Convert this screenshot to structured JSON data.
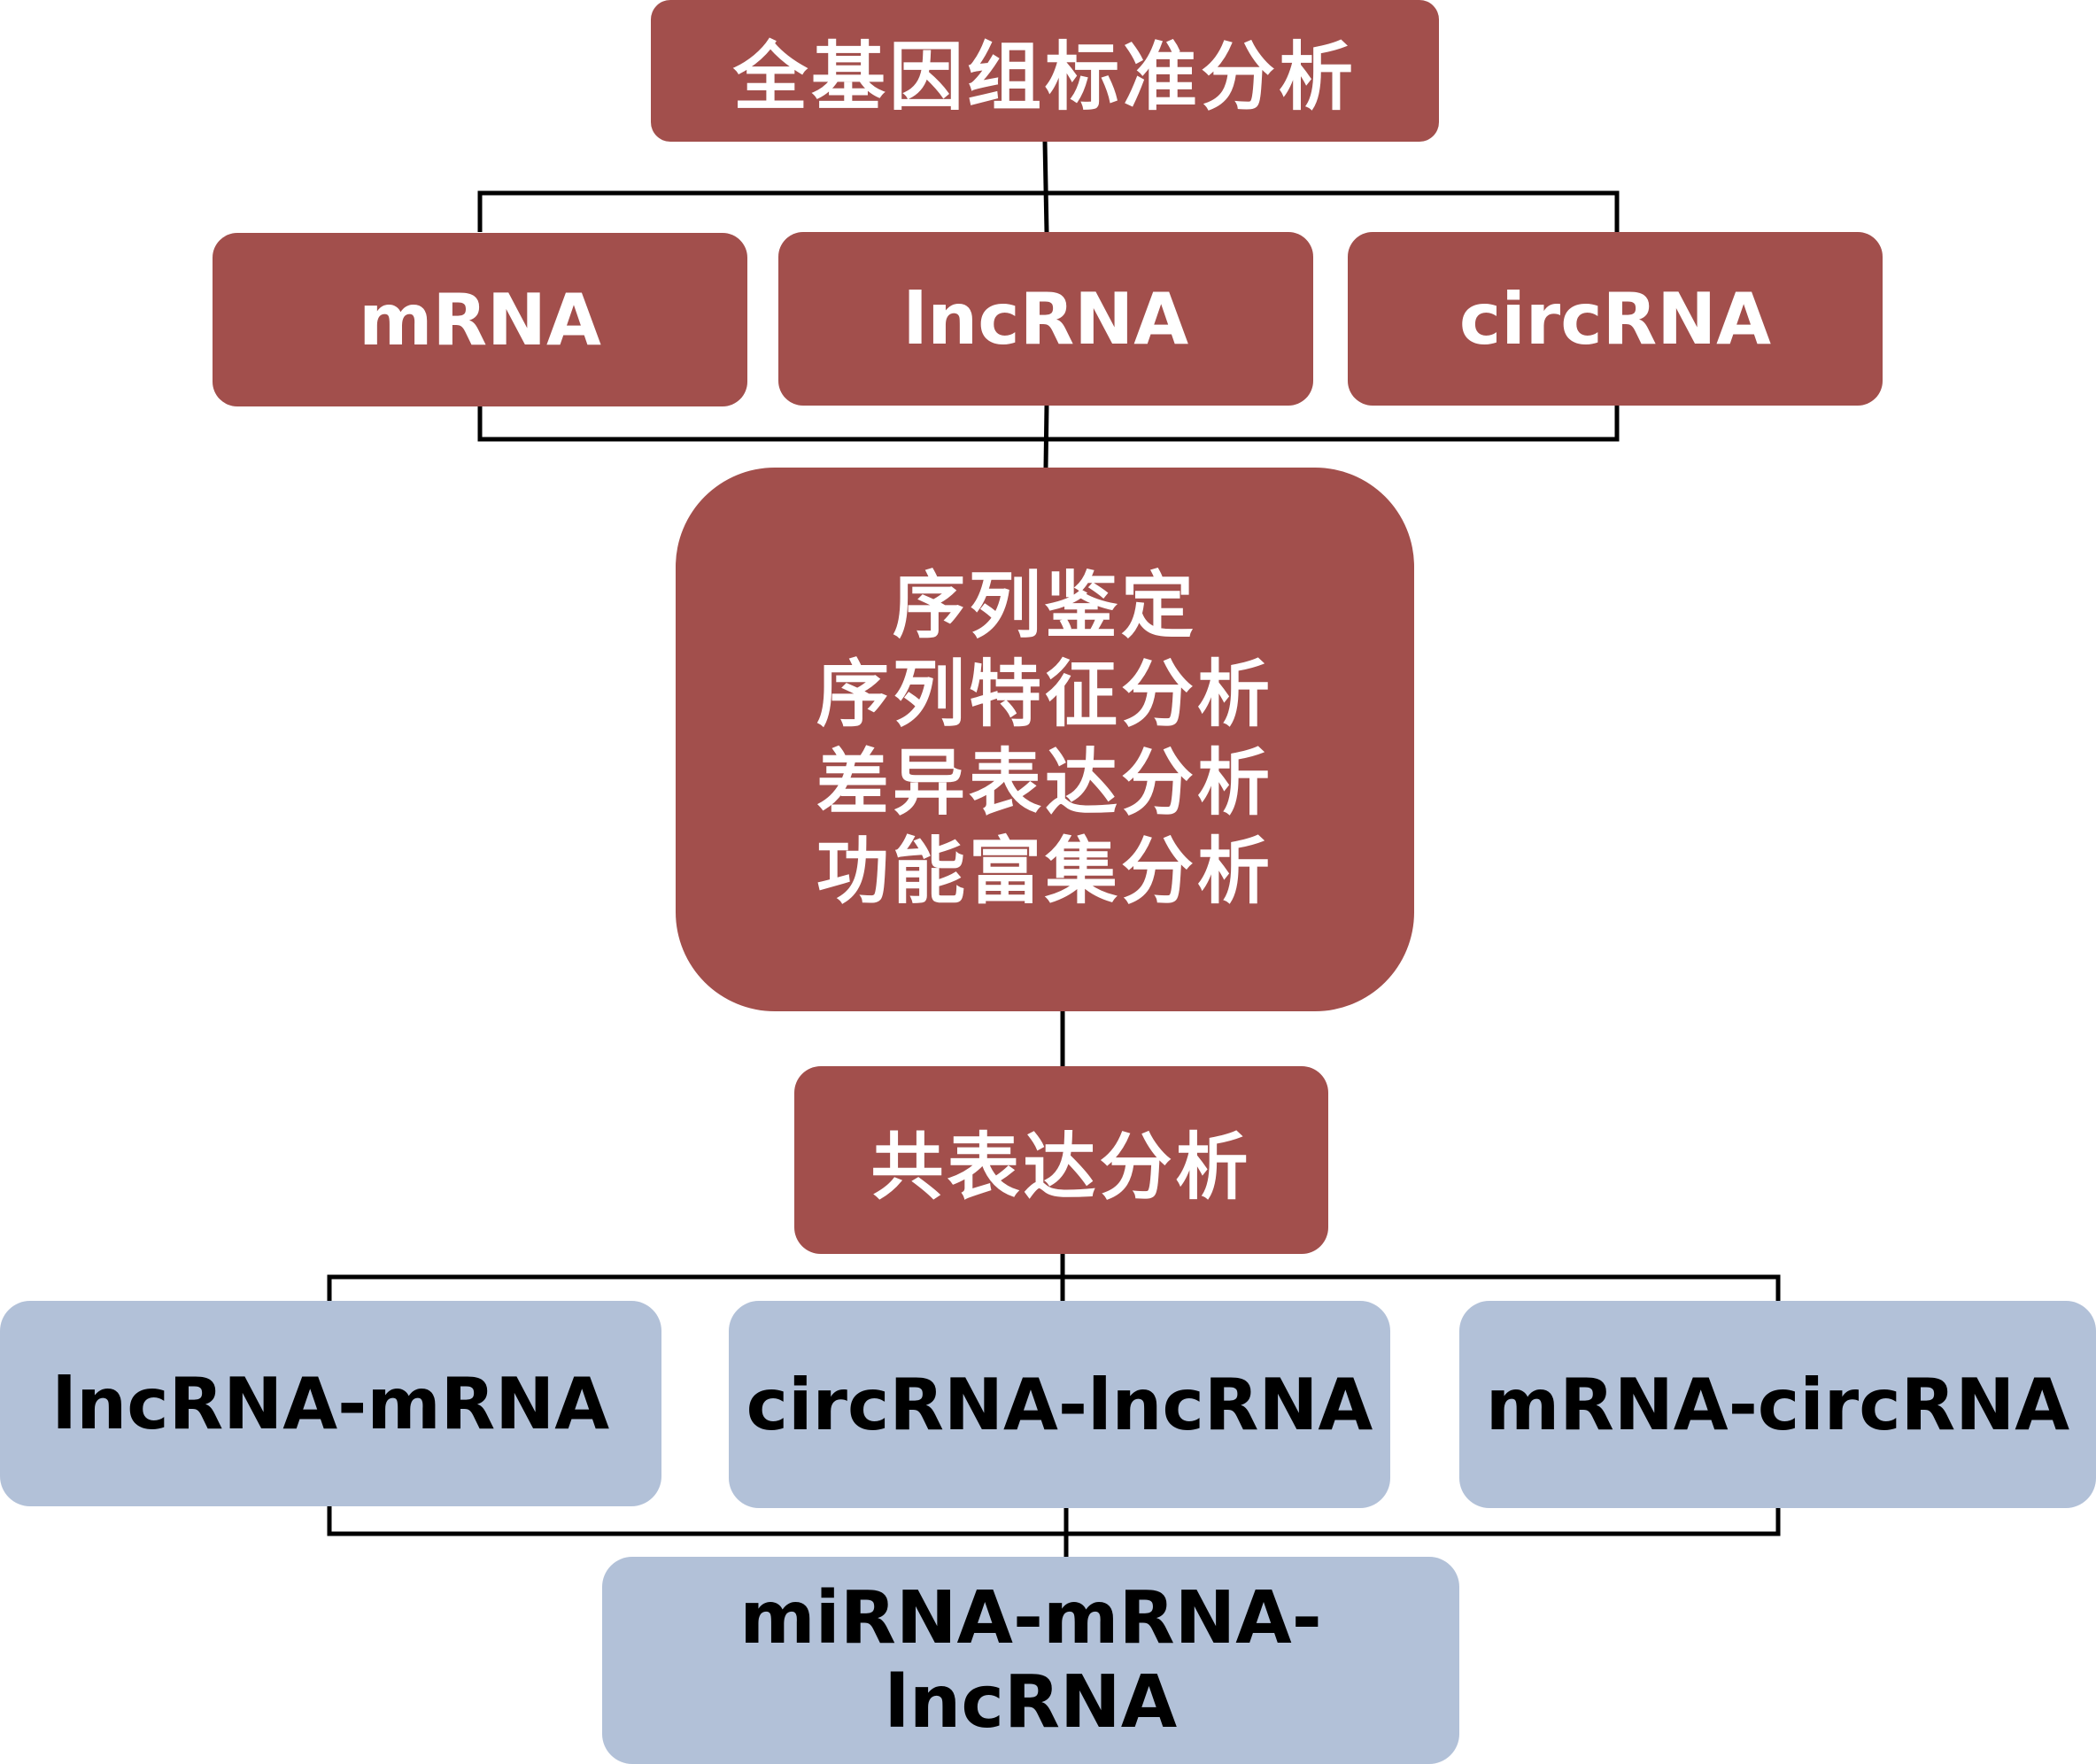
{
  "top": {
    "title": "全基因组标准分析"
  },
  "rna_types": [
    {
      "label": "mRNA"
    },
    {
      "label": "lncRNA"
    },
    {
      "label": "circRNA"
    }
  ],
  "analysis": {
    "lines": [
      "序列鉴定",
      "序列特征分析",
      "差异表达分析",
      "功能富集分析"
    ]
  },
  "coexpression": {
    "label": "共表达分析"
  },
  "pairs": [
    {
      "label": "lncRNA-mRNA"
    },
    {
      "label": "circRNA-lncRNA"
    },
    {
      "label": "mRNA-circRNA"
    }
  ],
  "network": {
    "label": "miRNA-mRNA-lncRNA"
  },
  "colors": {
    "red_box": "#a24f4c",
    "blue_box": "#b2c1d8",
    "connector": "#000000"
  }
}
